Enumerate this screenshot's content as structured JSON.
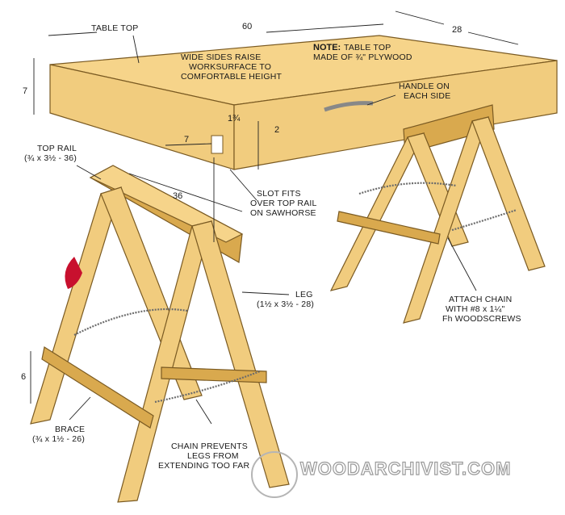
{
  "labels": {
    "table_top": "TABLE TOP",
    "dim_60": "60",
    "dim_28": "28",
    "dim_7_height": "7",
    "wide_sides_1": "WIDE SIDES RAISE",
    "wide_sides_2": "WORKSURFACE TO",
    "wide_sides_3": "COMFORTABLE HEIGHT",
    "note_bold": "NOTE:",
    "note_1": "TABLE TOP",
    "note_2": "MADE OF ¾\" PLYWOOD",
    "handle_1": "HANDLE ON",
    "handle_2": "EACH SIDE",
    "dim_1_3_4": "1¾",
    "dim_7_slot": "7",
    "dim_2": "2",
    "top_rail_1": "TOP RAIL",
    "top_rail_2": "(¾ x 3½ - 36)",
    "dim_36": "36",
    "slot_1": "SLOT FITS",
    "slot_2": "OVER TOP RAIL",
    "slot_3": "ON SAWHORSE",
    "leg_1": "LEG",
    "leg_2": "(1½ x 3½ - 28)",
    "attach_1": "ATTACH CHAIN",
    "attach_2": "WITH #8 x 1¼\"",
    "attach_3": "Fh WOODSCREWS",
    "dim_6": "6",
    "brace_1": "BRACE",
    "brace_2": "(¾ x 1½ - 26)",
    "chain_1": "CHAIN PREVENTS",
    "chain_2": "LEGS FROM",
    "chain_3": "EXTENDING TOO FAR",
    "watermark": "WOODARCHIVIST.COM"
  },
  "colors": {
    "wood_light": "#f1cc7e",
    "wood_dark": "#d9a94e",
    "outline": "#7a5a22",
    "chain": "#6b6b6b",
    "accent_red": "#c8102e"
  }
}
